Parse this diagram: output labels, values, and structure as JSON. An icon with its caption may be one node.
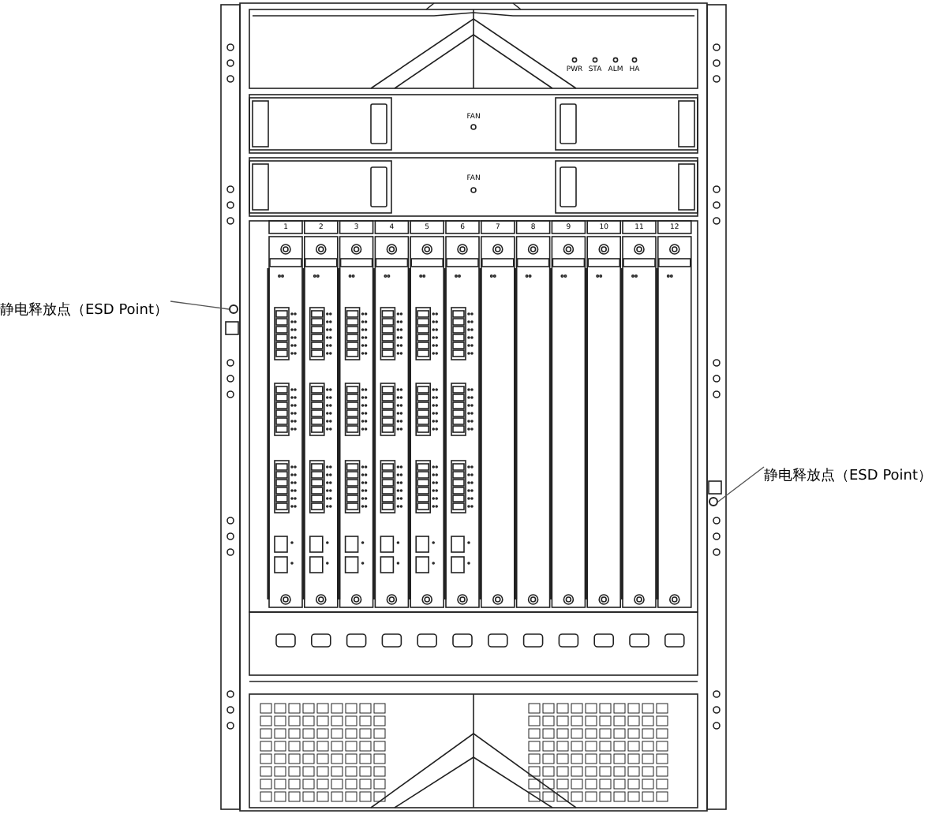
{
  "diagram": {
    "nodes": [
      {
        "text": [
          "静电释放点（ESD Point）"
        ]
      },
      {
        "text": [],
        "shape": "circle"
      },
      {
        "text": [
          "静电释放点（ESD Point）"
        ]
      },
      {
        "text": [],
        "shape": "circle"
      }
    ],
    "edges": [
      {
        "from": 0,
        "to": 1,
        "arrow": "none"
      },
      {
        "from": 2,
        "to": 3,
        "arrow": "none"
      }
    ],
    "labels": [
      "PWR",
      "STA",
      "ALM",
      "HA",
      "FAN",
      "FAN",
      "1",
      "2",
      "3",
      "4",
      "5",
      "6",
      "7",
      "8",
      "9",
      "10",
      "11",
      "12"
    ]
  }
}
